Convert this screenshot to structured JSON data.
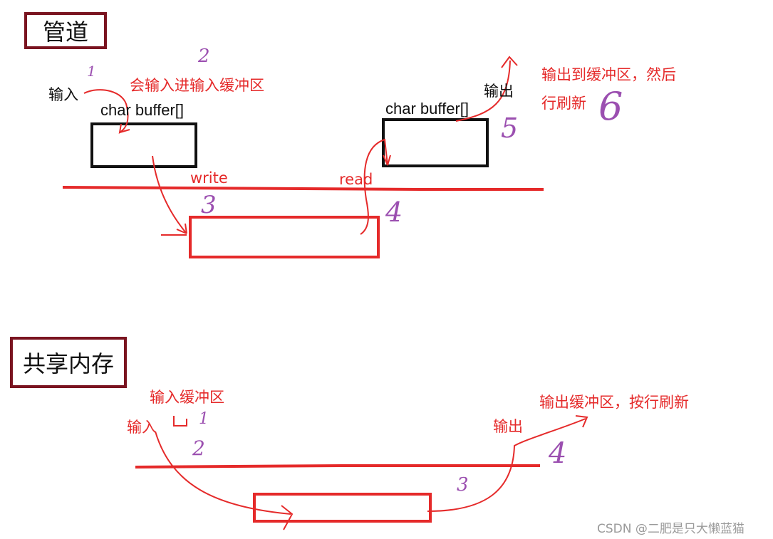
{
  "pipe": {
    "title": "管道",
    "input_label": "输入",
    "output_label": "输出",
    "buffer_left": "char buffer[]",
    "buffer_right": "char buffer[]",
    "note_input_buffer": "会输入进输入缓冲区",
    "note_output_line1": "输出到缓冲区，然后",
    "note_output_line2": "行刷新",
    "write_label": "write",
    "read_label": "read",
    "steps": [
      "1",
      "2",
      "3",
      "4",
      "5",
      "6"
    ]
  },
  "shm": {
    "title": "共享内存",
    "input_buffer_label": "输入缓冲区",
    "input_label": "输入",
    "output_label": "输出",
    "note_output": "输出缓冲区，按行刷新",
    "steps": [
      "1",
      "2",
      "3",
      "4"
    ]
  },
  "watermark": "CSDN @二肥是只大懒蓝猫",
  "colors": {
    "red": "#e52a2a",
    "dark_red": "#7a1420",
    "purple": "#9b4fb0",
    "black": "#111111"
  }
}
